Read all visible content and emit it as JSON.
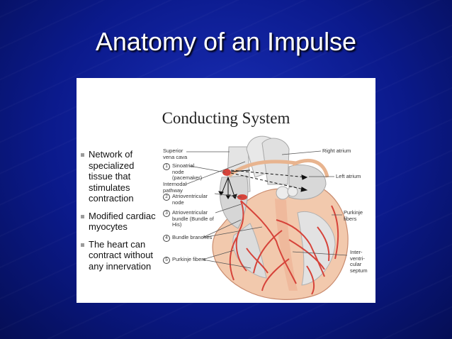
{
  "slide": {
    "title": "Anatomy of an Impulse"
  },
  "figure": {
    "title": "Conducting System",
    "bullets": [
      "Network of specialized tissue that stimulates contraction",
      "Modified cardiac myocytes",
      "The heart can contract without any innervation"
    ],
    "labels": {
      "superior_vena_cava": "Superior vena cava",
      "sa_node": "Sinoatrial node (pacemaker)",
      "internodal": "Internodal pathway",
      "av_node": "Atrioventricular node",
      "bundle": "Atrioventricular bundle (Bundle of His)",
      "bundle_branches": "Bundle branches",
      "purkinje_left": "Purkinje fibers",
      "right_atrium": "Right atrium",
      "left_atrium": "Left atrium",
      "purkinje_right": "Purkinje fibers",
      "septum": "Inter-ventri-cular septum"
    },
    "numbers": [
      "1",
      "2",
      "3",
      "4",
      "5"
    ]
  }
}
